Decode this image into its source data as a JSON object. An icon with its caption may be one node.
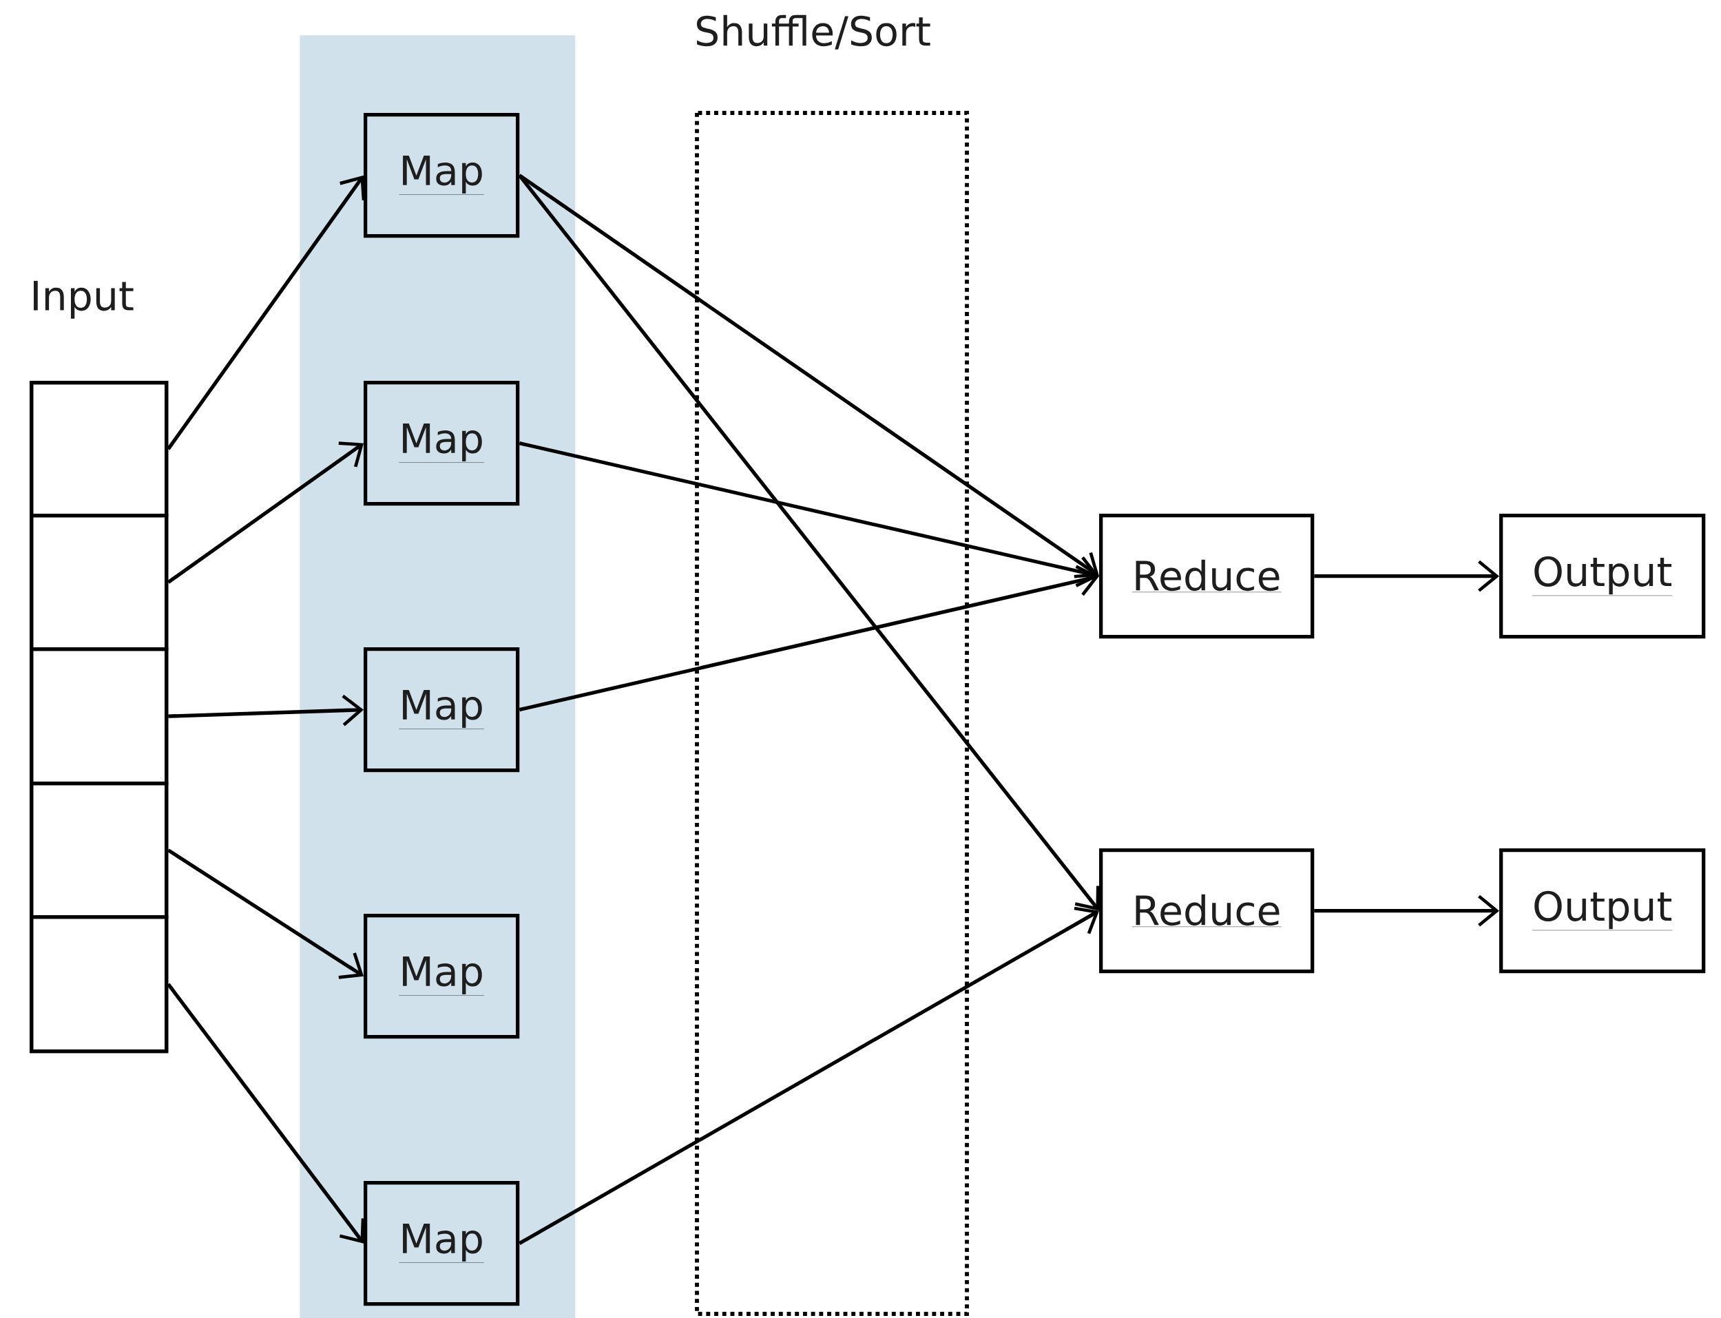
{
  "diagram": {
    "nodes": [
      {
        "text": [
          "Input"
        ]
      },
      {
        "text": [],
        "shape": "box",
        "in": 0
      },
      {
        "text": [],
        "shape": "box",
        "in": 0
      },
      {
        "text": [],
        "shape": "box",
        "in": 0
      },
      {
        "text": [],
        "shape": "box",
        "in": 0
      },
      {
        "text": [],
        "shape": "box",
        "in": 0
      },
      {
        "text": [],
        "shape": "bar"
      },
      {
        "text": [
          "Map"
        ],
        "in": 6
      },
      {
        "text": [
          "Map"
        ],
        "in": 6
      },
      {
        "text": [
          "Map"
        ],
        "in": 6
      },
      {
        "text": [
          "Map"
        ],
        "in": 6
      },
      {
        "text": [
          "Map"
        ],
        "in": 6
      },
      {
        "text": [
          "Reduce"
        ]
      },
      {
        "text": [
          "Reduce"
        ]
      },
      {
        "text": [
          "Output"
        ]
      },
      {
        "text": [
          "Output"
        ]
      }
    ],
    "edges": [
      {
        "from": 1,
        "to": 7,
        "arrow": "to"
      },
      {
        "from": 2,
        "to": 8,
        "arrow": "to"
      },
      {
        "from": 3,
        "to": 9,
        "arrow": "to"
      },
      {
        "from": 4,
        "to": 10,
        "arrow": "to"
      },
      {
        "from": 5,
        "to": 11,
        "arrow": "to"
      },
      {
        "from": 7,
        "to": 12,
        "arrow": "to"
      },
      {
        "from": 7,
        "to": 13,
        "arrow": "to"
      },
      {
        "from": 8,
        "to": 12,
        "arrow": "to"
      },
      {
        "from": 9,
        "to": 12,
        "arrow": "to"
      },
      {
        "from": 11,
        "to": 13,
        "arrow": "to"
      },
      {
        "from": 12,
        "to": 14,
        "arrow": "to"
      },
      {
        "from": 13,
        "to": 15,
        "arrow": "to"
      }
    ],
    "labels": [
      "Shuffle/Sort"
    ]
  }
}
